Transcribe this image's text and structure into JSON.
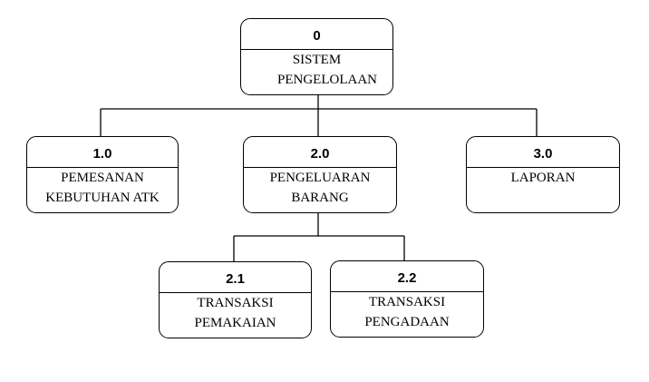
{
  "colors": {
    "line": "#000000",
    "box_border": "#000000",
    "background": "#ffffff"
  },
  "nodes": [
    {
      "id": "0",
      "label": "SISTEM PENGELOLAAN"
    },
    {
      "id": "1.0",
      "label": "PEMESANAN KEBUTUHAN ATK"
    },
    {
      "id": "2.0",
      "label": "PENGELUARAN BARANG"
    },
    {
      "id": "3.0",
      "label": "LAPORAN"
    },
    {
      "id": "2.1",
      "label": "TRANSAKSI PEMAKAIAN"
    },
    {
      "id": "2.2",
      "label": "TRANSAKSI PENGADAAN"
    }
  ],
  "edges": [
    {
      "from": "0",
      "to": "1.0"
    },
    {
      "from": "0",
      "to": "2.0"
    },
    {
      "from": "0",
      "to": "3.0"
    },
    {
      "from": "2.0",
      "to": "2.1"
    },
    {
      "from": "2.0",
      "to": "2.2"
    }
  ]
}
